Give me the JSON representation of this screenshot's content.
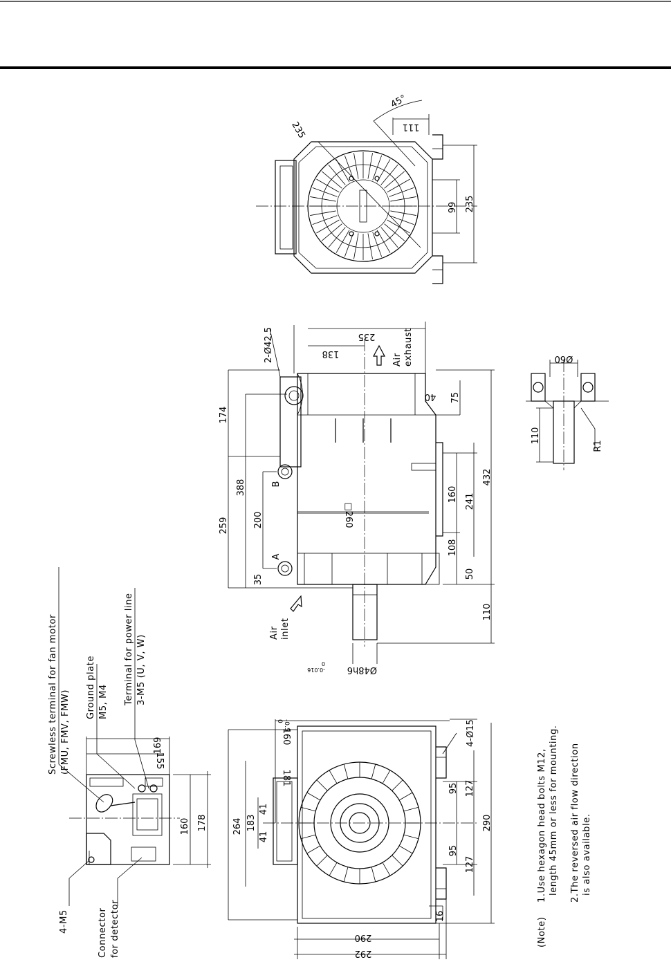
{
  "drawing": {
    "connector_labels": {
      "fan_terminal": "Screwless terminal for fan motor",
      "fan_terminal_sub": "(FMU, FMV, FMW)",
      "ground_plate": "Ground plate",
      "ground_plate_sub": "M5, M4",
      "power_terminal": "Terminal for power line",
      "power_terminal_sub": "3-M5 (U, V, W)",
      "screws": "4-M5",
      "detector_1": "Connector",
      "detector_2": "for detector"
    },
    "terminal_box_dims": {
      "d169": "169",
      "d155": "155",
      "d160": "160",
      "d178": "178"
    },
    "front_view_dims": {
      "d264": "264",
      "d183": "183",
      "d41a": "41",
      "d41b": "41",
      "d181": "181",
      "d160tol": "160",
      "tol_upper": "0",
      "tol_lower": "-0.5",
      "d4phi15": "4-Ø15",
      "d95a": "95",
      "d95b": "95",
      "d127a": "127",
      "d127b": "127",
      "d290h": "290",
      "d16": "16",
      "d290v": "290",
      "d292": "292"
    },
    "side_view_dims": {
      "d174": "174",
      "d388": "388",
      "d259": "259",
      "d200": "200",
      "d35": "35",
      "label_A": "A",
      "label_B": "B",
      "d260": "□260",
      "d138": "138",
      "d235": "235",
      "d2phi42": "2-Ø42.5",
      "d40": "40",
      "d75": "75",
      "d160": "160",
      "d241": "241",
      "d108": "108",
      "d50": "50",
      "d432": "432",
      "d110": "110",
      "shaft": "Ø48h6",
      "shaft_tol_upper": "0",
      "shaft_tol_lower": "-0.016",
      "air_inlet_1": "Air",
      "air_inlet_2": "inlet",
      "air_exhaust_1": "Air",
      "air_exhaust_2": "exhaust"
    },
    "rear_view_dims": {
      "d45deg": "45°",
      "d111": "111",
      "d235a": "235",
      "d99": "99",
      "d235b": "235"
    },
    "shaft_detail": {
      "d110": "110",
      "phi60": "Ø60",
      "r1": "R1"
    },
    "notes": {
      "prefix": "(Note)",
      "n1a": "1.Use hexagon head bolts M12,",
      "n1b": "length 45mm or less for mounting.",
      "n2a": "2.The reversed air flow direction",
      "n2b": "is also available."
    }
  }
}
